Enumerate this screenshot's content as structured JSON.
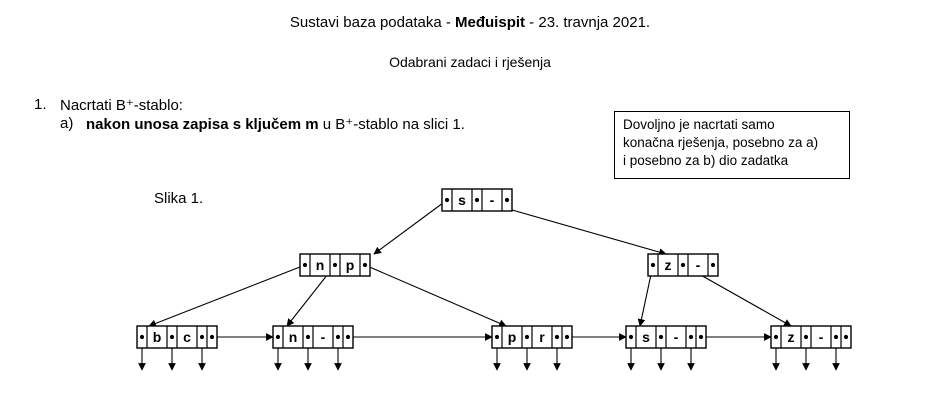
{
  "header": {
    "part1": "Sustavi baza podataka - ",
    "part2": "Međuispit",
    "part3": " - 23. travnja 2021."
  },
  "subtitle": "Odabrani zadaci i rješenja",
  "question": {
    "number": "1.",
    "text": "Nacrtati B⁺-stablo:",
    "a_letter": "a)",
    "a_text_bold": "nakon unosa zapisa s ključem ",
    "a_key": "m",
    "a_text_rest": " u B⁺-stablo na slici 1."
  },
  "note": {
    "line1": "Dovoljno je nacrtati samo",
    "line2": "konačna rješenja, posebno za a)",
    "line3": "i posebno za b) dio zadatka"
  },
  "figure": {
    "label": "Slika 1.",
    "nodes": [
      {
        "id": "root",
        "keys": [
          "s",
          "-"
        ]
      },
      {
        "id": "inner-left",
        "keys": [
          "n",
          "p"
        ]
      },
      {
        "id": "inner-right",
        "keys": [
          "z",
          "-"
        ]
      },
      {
        "id": "leaf-1",
        "keys": [
          "b",
          "c",
          "•"
        ]
      },
      {
        "id": "leaf-2",
        "keys": [
          "n",
          "-",
          "-"
        ]
      },
      {
        "id": "leaf-3",
        "keys": [
          "p",
          "r",
          "•"
        ]
      },
      {
        "id": "leaf-4",
        "keys": [
          "s",
          "-",
          "-"
        ]
      },
      {
        "id": "leaf-5",
        "keys": [
          "z",
          "-",
          "-"
        ]
      }
    ]
  }
}
